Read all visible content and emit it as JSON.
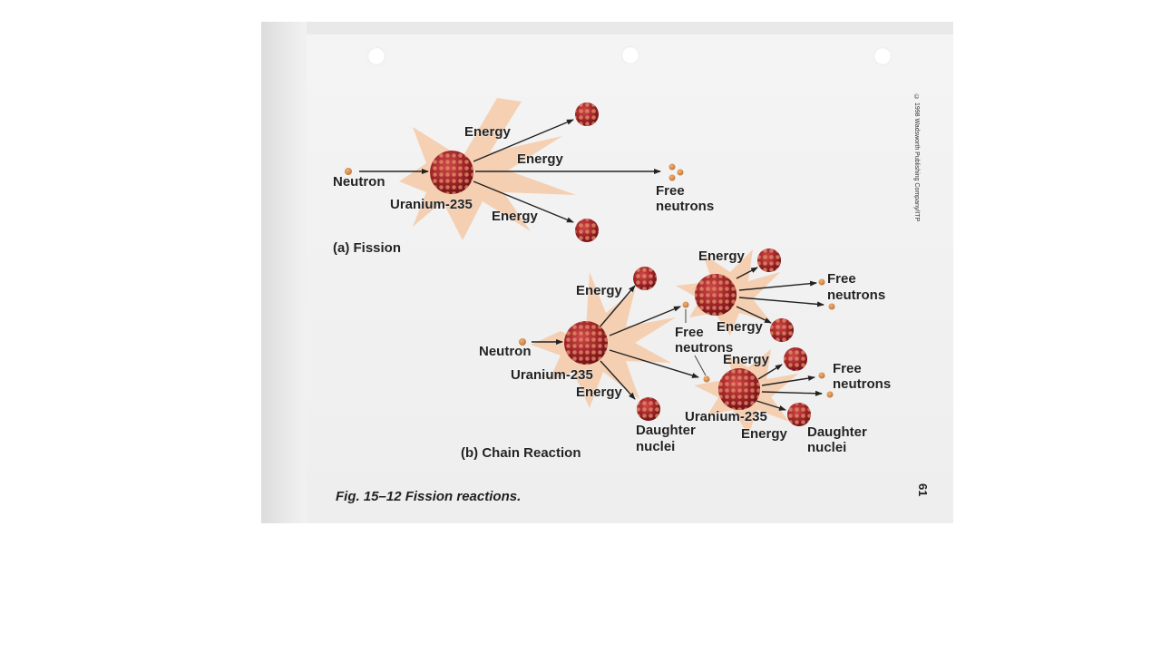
{
  "labels": {
    "neutron": "Neutron",
    "uranium": "Uranium-235",
    "energy": "Energy",
    "free": "Free",
    "neutrons": "neutrons",
    "daughter": "Daughter",
    "nuclei": "nuclei"
  },
  "panels": {
    "a": "(a) Fission",
    "b": "(b) Chain Reaction"
  },
  "caption": "Fig. 15–12  Fission reactions.",
  "copyright": "© 1998 Wadsworth Publishing Company/ITP",
  "page_number": "61",
  "colors": {
    "nucleus": "#9b2226",
    "nucleon_light": "#e08a5a",
    "neutron": "#d98b4a",
    "burst": "#f6c9a6",
    "paper": "#efefef"
  }
}
